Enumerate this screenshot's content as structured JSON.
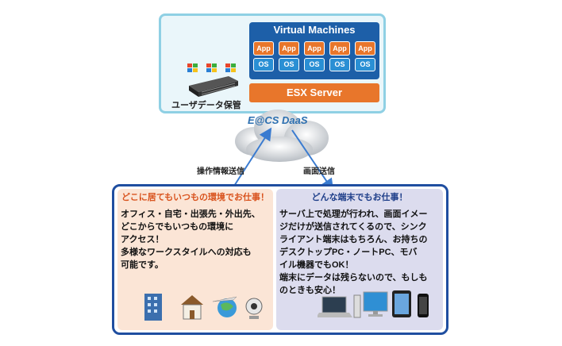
{
  "server": {
    "vm_title": "Virtual Machines",
    "vm_app_label": "App",
    "vm_os_label": "OS",
    "vm_count": 5,
    "esx_label": "ESX Server",
    "user_data_label": "ユーザデータ保管"
  },
  "cloud": {
    "label": "E@CS DaaS"
  },
  "arrows": {
    "left_label": "操作情報送信",
    "right_label": "画面送信"
  },
  "left_panel": {
    "header": "どこに居てもいつもの環境でお仕事！",
    "lines": [
      "オフィス・自宅・出張先・外出先、",
      "どこからでもいつもの環境に",
      "アクセス！",
      "多様なワークスタイルへの対応も",
      "可能です。"
    ]
  },
  "right_panel": {
    "header": "どんな端末でもお仕事！",
    "lines": [
      "サーバ上で処理が行われ、画面イメー",
      "ジだけが送信されてくるので、シンク",
      "ライアント端末はもちろん、お持ちの",
      "デスクトップPC・ノートPC、モバ",
      "イル機器でもOK！",
      "端末にデータは残らないので、もしも",
      "のときも安心！"
    ]
  },
  "colors": {
    "panel_border": "#8fd0e4",
    "vm_blue": "#1d5fa8",
    "app_orange": "#e8762b",
    "os_blue": "#2a8fd4",
    "box_border": "#1f4ea0",
    "left_header": "#d9531e",
    "right_header": "#1f3f8a"
  },
  "icons": [
    "windows-flag-icon",
    "server-rack-icon",
    "cloud-icon",
    "office-building-icon",
    "house-icon",
    "airplane-globe-icon",
    "webcam-icon",
    "laptop-icon",
    "desktop-pc-icon",
    "thin-client-icon",
    "tablet-icon",
    "smartphone-icon"
  ]
}
